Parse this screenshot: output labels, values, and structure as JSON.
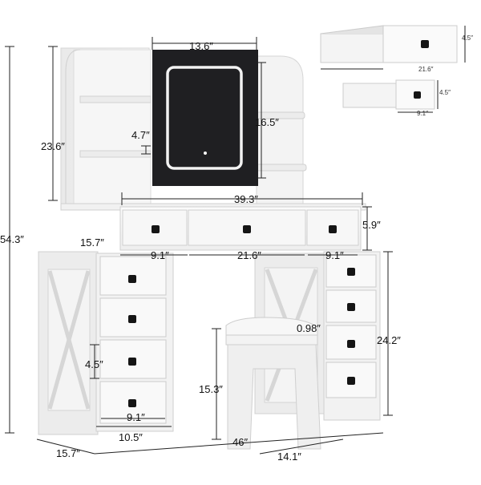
{
  "dimensions": {
    "total_height": "54.3″",
    "hutch_height": "23.6″",
    "mirror_width": "13.6″",
    "mirror_height": "16.5″",
    "shelf_gap": "4.7″",
    "top_width": "39.3″",
    "top_drawer_height": "5.9″",
    "side_depth": "15.7″",
    "left_drawer_width": "9.1″",
    "center_drawer_width": "21.6″",
    "right_drawer_width": "9.1″",
    "cabinet_height": "24.2″",
    "stool_cushion": "0.98″",
    "drawer_height": "4.5″",
    "stool_height": "15.3″",
    "lower_drawer_width": "9.1″",
    "cabinet_width": "10.5″",
    "base_depth": "15.7″",
    "overall_width": "46″",
    "stool_width": "14.1″"
  },
  "inset_large_drawer": {
    "width": "21.6″",
    "height": "4.5″"
  },
  "inset_small_drawer": {
    "width": "9.1″",
    "height": "4.5″"
  },
  "colors": {
    "panel": "#f4f4f4",
    "mirror": "#1f1f22",
    "knob": "#151515",
    "line": "#222222"
  }
}
